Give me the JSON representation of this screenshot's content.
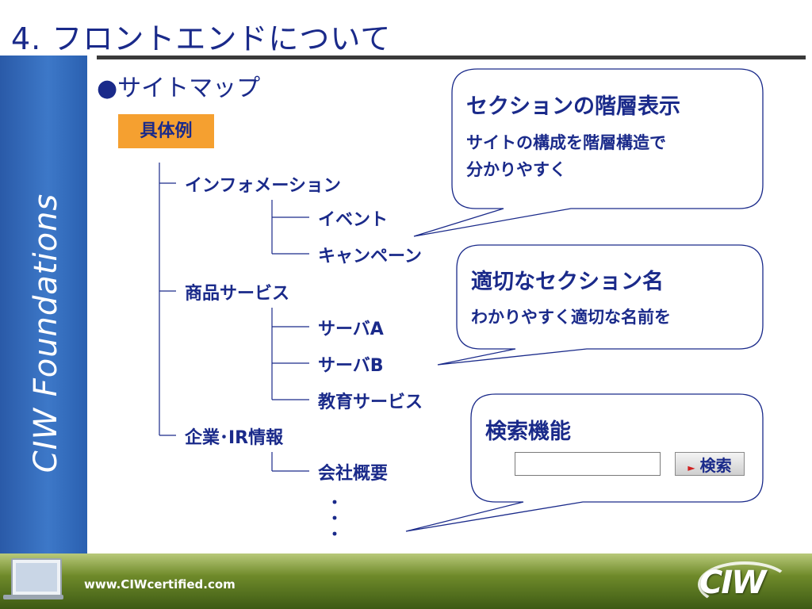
{
  "slide": {
    "title": "4. フロントエンドについて",
    "section_heading": "●サイトマップ",
    "badge": "具体例"
  },
  "tree": {
    "level1": [
      "インフォメーション",
      "商品サービス",
      "企業･IR情報"
    ],
    "info_children": [
      "イベント",
      "キャンペーン"
    ],
    "product_children": [
      "サーバA",
      "サーバB",
      "教育サービス"
    ],
    "company_children": [
      "会社概要"
    ],
    "ellipsis": "･"
  },
  "callouts": [
    {
      "title": "セクションの階層表示",
      "body": [
        "サイトの構成を階層構造で",
        "分かりやすく"
      ]
    },
    {
      "title": "適切なセクション名",
      "body": [
        "わかりやすく適切な名前を"
      ]
    },
    {
      "title": "検索機能",
      "body": []
    }
  ],
  "search": {
    "button_label": "検索",
    "input_value": ""
  },
  "sidebar": {
    "brand": "CIW Foundations"
  },
  "footer": {
    "url": "www.CIWcertified.com",
    "logo": "CIW"
  },
  "colors": {
    "title_blue": "#1a2a8a",
    "badge_orange": "#f5a030",
    "sidebar_blue": "#3d78c8"
  }
}
